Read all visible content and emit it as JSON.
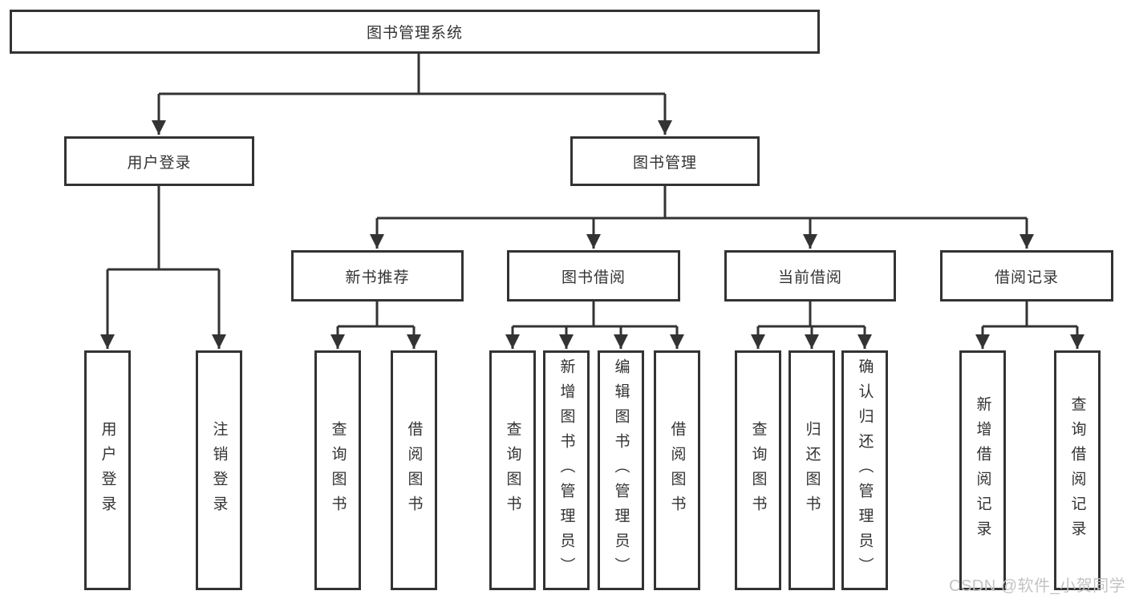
{
  "diagram": {
    "tree": {
      "root": {
        "label": "图书管理系统"
      },
      "children": [
        {
          "label": "用户登录",
          "children": [
            {
              "label": "用户登录"
            },
            {
              "label": "注销登录"
            }
          ]
        },
        {
          "label": "图书管理",
          "children": [
            {
              "label": "新书推荐",
              "children": [
                {
                  "label": "查询图书"
                },
                {
                  "label": "借阅图书"
                }
              ]
            },
            {
              "label": "图书借阅",
              "children": [
                {
                  "label": "查询图书"
                },
                {
                  "label": "新增图书（管理员）"
                },
                {
                  "label": "编辑图书（管理员）"
                },
                {
                  "label": "借阅图书"
                }
              ]
            },
            {
              "label": "当前借阅",
              "children": [
                {
                  "label": "查询图书"
                },
                {
                  "label": "归还图书"
                },
                {
                  "label": "确认归还（管理员）"
                }
              ]
            },
            {
              "label": "借阅记录",
              "children": [
                {
                  "label": "新增借阅记录"
                },
                {
                  "label": "查询借阅记录"
                }
              ]
            }
          ]
        }
      ]
    }
  },
  "watermark": {
    "text": "CSDN @软件_小贺同学"
  },
  "colors": {
    "line": "#333333",
    "text": "#333333",
    "background": "#ffffff",
    "watermark": "#c3c3c3"
  }
}
